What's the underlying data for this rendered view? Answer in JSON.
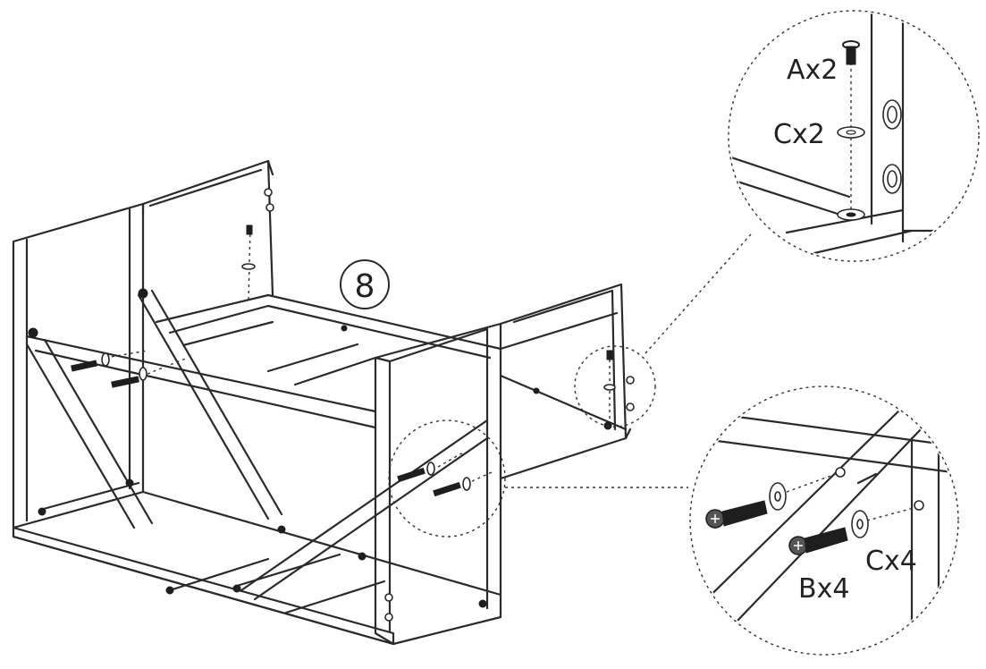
{
  "diagram": {
    "step_number": "8",
    "callouts": {
      "bolt_a_label": "Ax2",
      "washer_c_top_label": "Cx2",
      "bolt_b_label": "Bx4",
      "washer_c_bottom_label": "Cx4"
    }
  }
}
